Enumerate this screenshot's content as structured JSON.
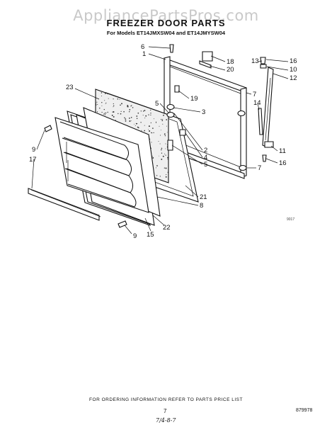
{
  "watermark": "AppliancePartsPros.com",
  "title": "FREEZER DOOR PARTS",
  "models_line": "For Models ET14JMXSW04 and ET14JMYSW04",
  "callouts": {
    "c1": "1",
    "c2": "2",
    "c3": "3",
    "c4": "4",
    "c5a": "5",
    "c5b": "5",
    "c6": "6",
    "c7a": "7",
    "c7b": "7",
    "c8": "8",
    "c9a": "9",
    "c9b": "9",
    "c10": "10",
    "c11": "11",
    "c12": "12",
    "c13": "13",
    "c14": "14",
    "c15": "15",
    "c16a": "16",
    "c16b": "16",
    "c17": "17",
    "c18": "18",
    "c19": "19",
    "c20": "20",
    "c21": "21",
    "c22": "22",
    "c23": "23"
  },
  "figure_code": "9017",
  "footnote": "FOR ORDERING INFORMATION REFER TO PARTS PRICE LIST",
  "page_number": "7",
  "catalog_number": "879978",
  "handwritten_note": "7/4-8-7"
}
